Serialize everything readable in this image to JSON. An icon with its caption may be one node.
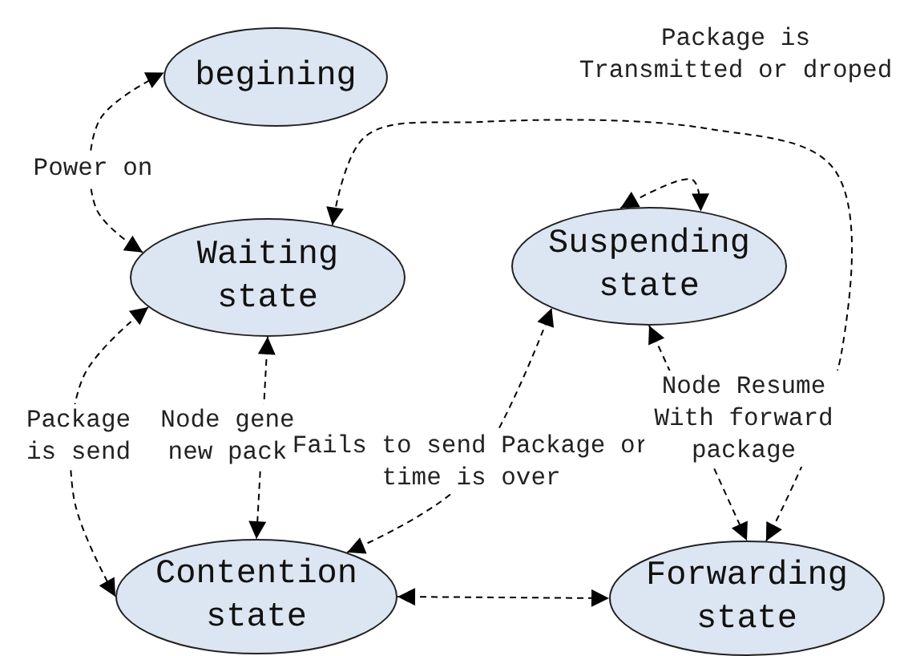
{
  "diagram": {
    "nodes": [
      {
        "text": [
          "begining"
        ]
      },
      {
        "text": [
          "Waiting state"
        ]
      },
      {
        "text": [
          "Suspending state"
        ]
      },
      {
        "text": [
          "Contention state"
        ]
      },
      {
        "text": [
          "Forwarding state"
        ]
      }
    ],
    "edges": [
      {
        "from": 1,
        "to": 0,
        "arrow": "both",
        "label": "Power on",
        "style": "dashed"
      },
      {
        "from": 4,
        "to": 1,
        "arrow": "both",
        "label": "Package is Transmitted or droped",
        "style": "dashed"
      },
      {
        "from": 2,
        "to": 2,
        "arrow": "both",
        "style": "dashed"
      },
      {
        "from": 1,
        "to": 3,
        "arrow": "both",
        "label": "Package is send",
        "style": "dashed"
      },
      {
        "from": 1,
        "to": 3,
        "arrow": "both",
        "label": "Node gene new pack",
        "style": "dashed"
      },
      {
        "from": 3,
        "to": 2,
        "arrow": "both",
        "label": "Fails to send Package or time is over",
        "style": "dashed"
      },
      {
        "from": 2,
        "to": 4,
        "arrow": "both",
        "label": "Node Resume With forward package",
        "style": "dashed"
      },
      {
        "from": 3,
        "to": 4,
        "arrow": "both",
        "style": "dashed"
      }
    ]
  }
}
